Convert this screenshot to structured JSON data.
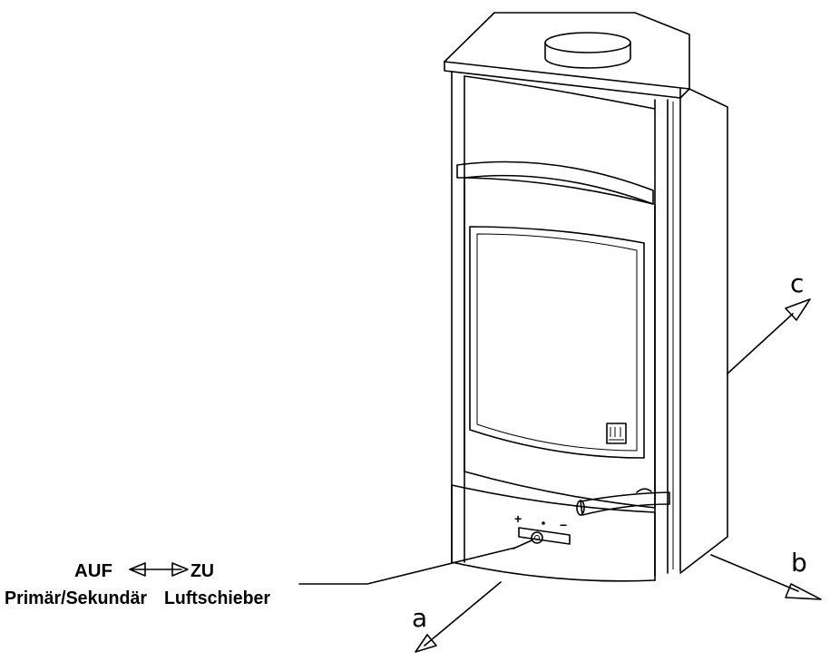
{
  "labels": {
    "open": "AUF",
    "close": "ZU",
    "primary_secondary": "Primär/Sekundär",
    "air_slide": "Luftschieber",
    "direction_a": "a",
    "direction_b": "b",
    "direction_c": "c",
    "plus": "+",
    "minus": "−"
  },
  "colors": {
    "line": "#000000",
    "background": "#ffffff"
  }
}
